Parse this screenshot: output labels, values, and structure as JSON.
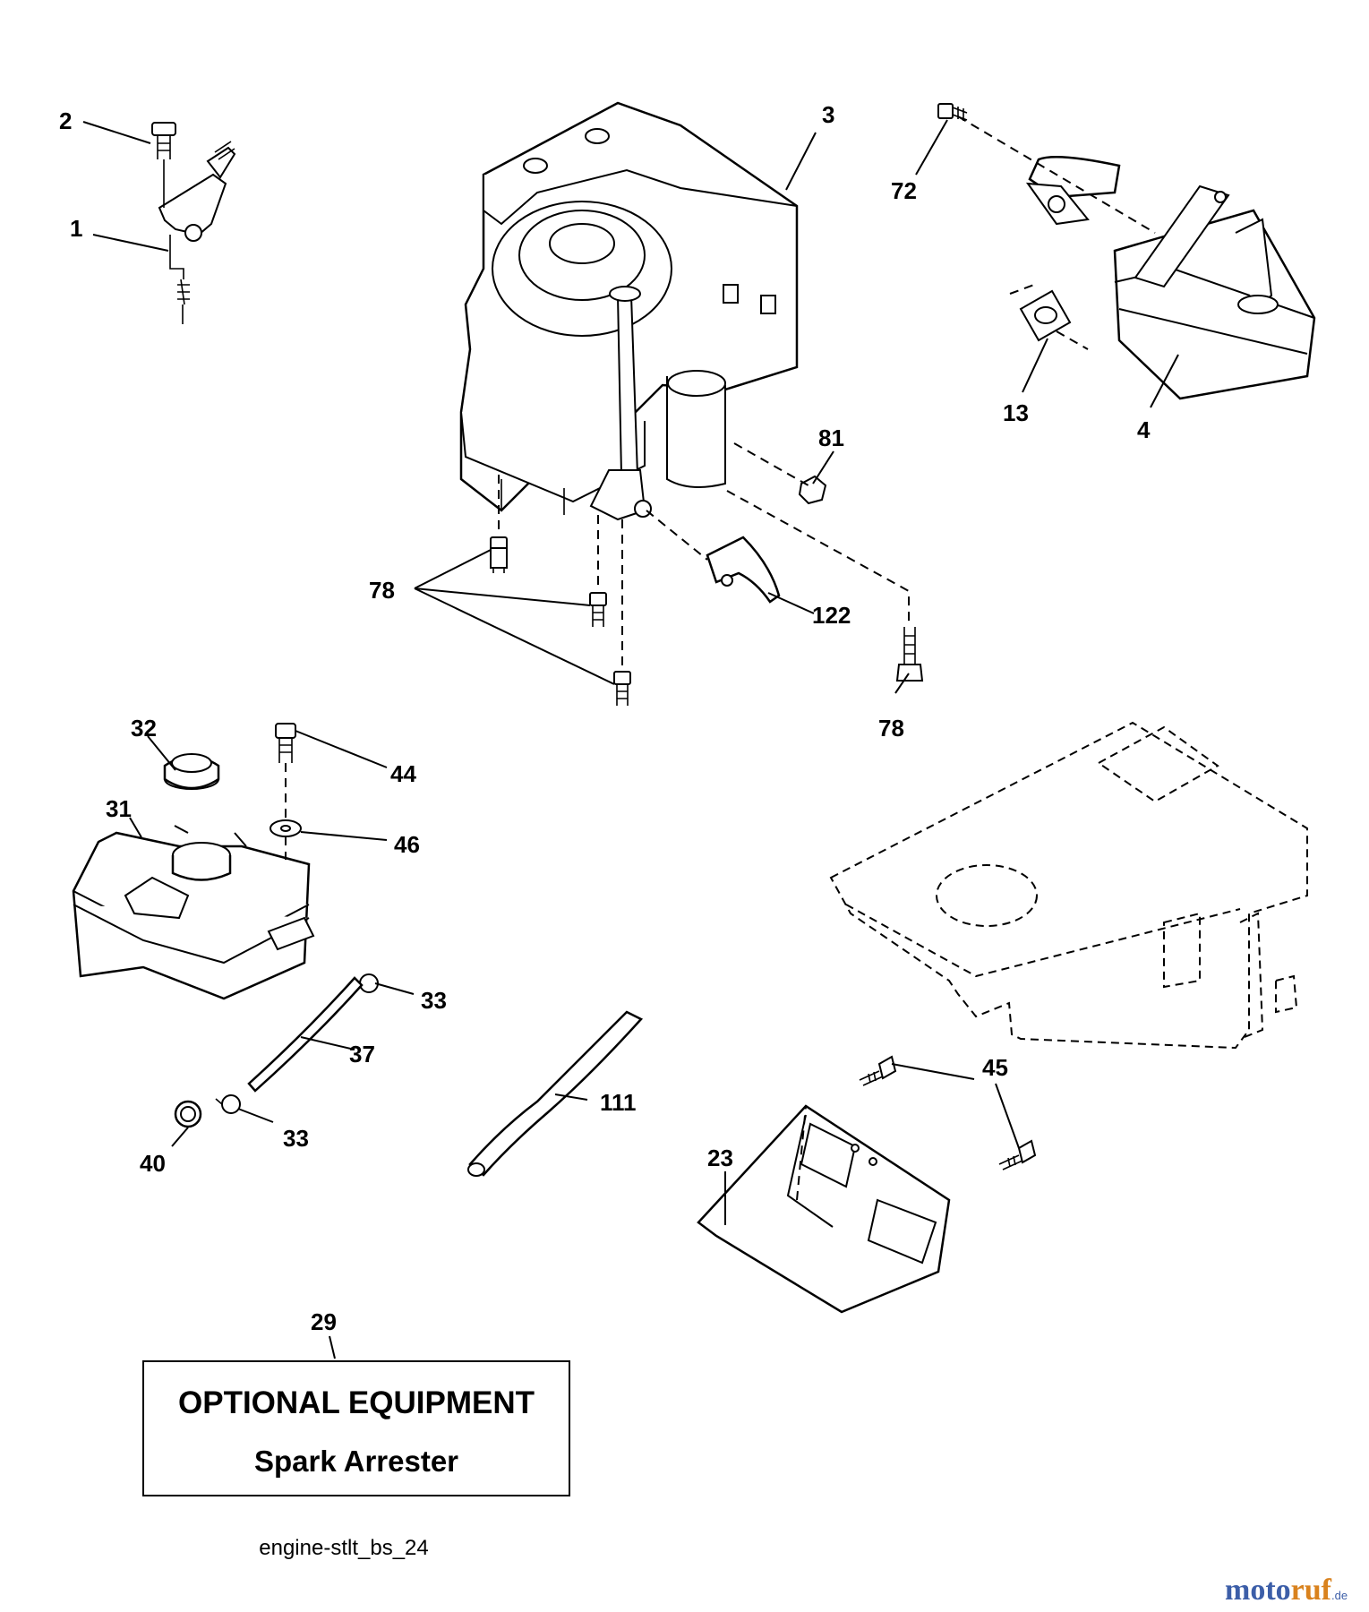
{
  "callouts": {
    "c1": "1",
    "c2": "2",
    "c3": "3",
    "c4": "4",
    "c13": "13",
    "c72": "72",
    "c81": "81",
    "c78a": "78",
    "c78b": "78",
    "c122": "122",
    "c32": "32",
    "c44": "44",
    "c31": "31",
    "c46": "46",
    "c33a": "33",
    "c37": "37",
    "c40": "40",
    "c33b": "33",
    "c111": "111",
    "c45": "45",
    "c23": "23",
    "c29": "29"
  },
  "notice": {
    "title": "OPTIONAL EQUIPMENT",
    "subtitle": "Spark Arrester"
  },
  "caption": "engine-stlt_bs_24",
  "watermark": {
    "part1": "moto",
    "part2": "ruf",
    "suffix": ".de"
  },
  "colors": {
    "line": "#000000",
    "background": "#ffffff",
    "watermark_blue": "#3c5ea8",
    "watermark_orange": "#d9821e"
  }
}
